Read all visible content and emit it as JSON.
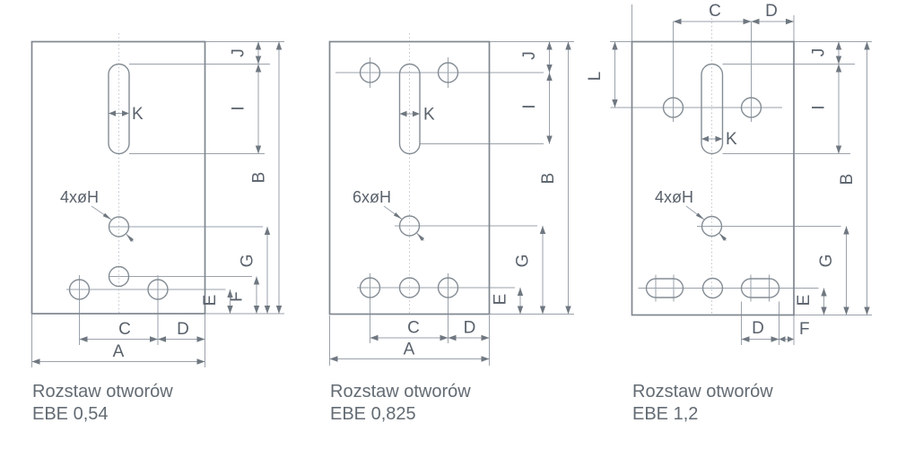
{
  "page": {
    "background": "#ffffff"
  },
  "colors": {
    "thin_line": "#9aa2ab",
    "outline": "#7f878f",
    "hole_line": "#848c94",
    "arrow": "#6f7780",
    "dim_text": "#59616b",
    "caption_text": "#636b73"
  },
  "diagrams": [
    {
      "caption_line1": "Rozstaw otworów",
      "caption_line2": "EBE 0,54",
      "holes_label": "4xøH",
      "dims": {
        "A": "A",
        "B": "B",
        "C": "C",
        "D": "D",
        "E": "E",
        "F": "F",
        "G": "G",
        "I": "I",
        "J": "J",
        "K": "K"
      }
    },
    {
      "caption_line1": "Rozstaw otworów",
      "caption_line2": "EBE 0,825",
      "holes_label": "6xøH",
      "dims": {
        "A": "A",
        "B": "B",
        "C": "C",
        "D": "D",
        "E": "E",
        "G": "G",
        "I": "I",
        "J": "J",
        "K": "K"
      }
    },
    {
      "caption_line1": "Rozstaw otworów",
      "caption_line2": "EBE 1,2",
      "holes_label": "4xøH",
      "dims": {
        "B": "B",
        "C": "C",
        "D": "D",
        "E": "E",
        "F": "F",
        "G": "G",
        "I": "I",
        "J": "J",
        "K": "K",
        "L": "L"
      }
    }
  ]
}
